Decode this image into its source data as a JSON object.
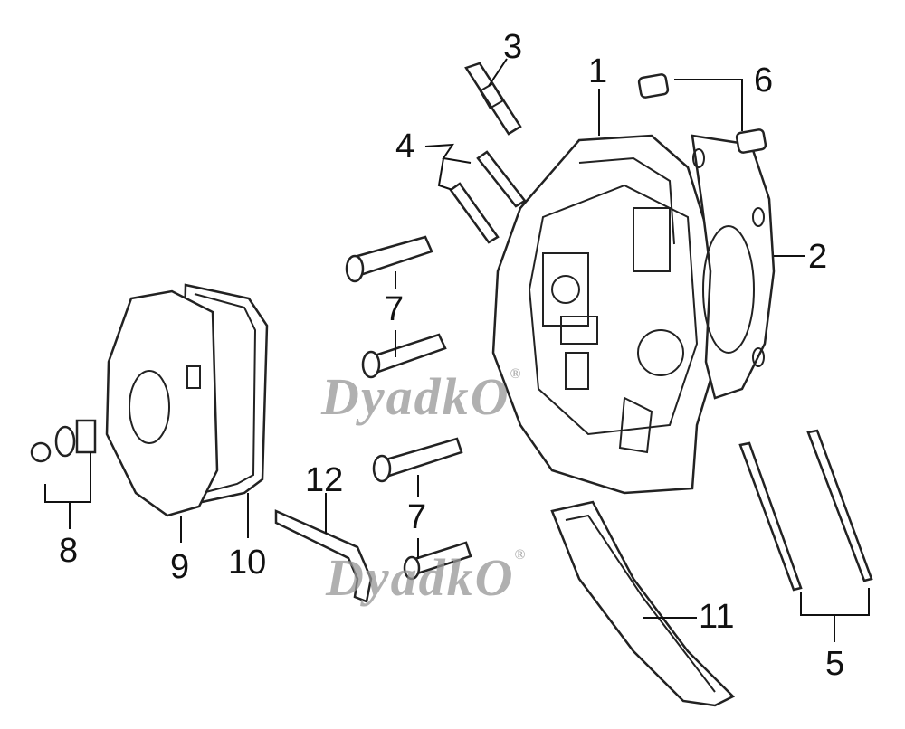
{
  "diagram": {
    "callouts": [
      "1",
      "2",
      "3",
      "4",
      "5",
      "6",
      "7",
      "7",
      "8",
      "9",
      "10",
      "11",
      "12"
    ],
    "watermark": {
      "text": "DyadkO",
      "mark": "®"
    }
  }
}
